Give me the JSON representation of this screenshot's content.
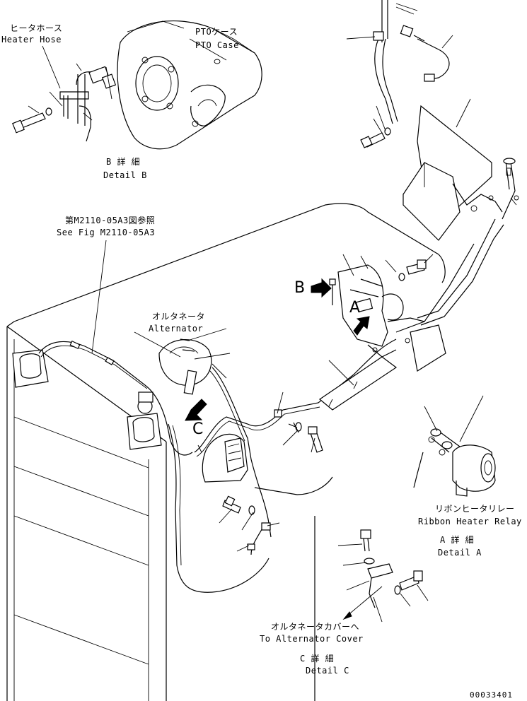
{
  "labels": {
    "heater_hose_jp": "ヒータホース",
    "heater_hose_en": "Heater Hose",
    "pto_case_jp": "PTOケース",
    "pto_case_en": "PTO Case",
    "detail_b_jp": "B 詳 細",
    "detail_b_en": "Detail B",
    "see_fig_jp": "第M2110-05A3図参照",
    "see_fig_en": "See Fig M2110-05A3",
    "alternator_jp": "オルタネータ",
    "alternator_en": "Alternator",
    "marker_b": "B",
    "marker_a": "A",
    "marker_c": "C",
    "ribbon_relay_jp": "リボンヒータリレー",
    "ribbon_relay_en": "Ribbon Heater Relay",
    "detail_a_jp": "A 詳 細",
    "detail_a_en": "Detail A",
    "alt_cover_jp": "オルタネータカバーへ",
    "alt_cover_en": "To Alternator Cover",
    "detail_c_jp": "C 詳 細",
    "detail_c_en": "Detail C",
    "drawing_no": "00033401"
  }
}
